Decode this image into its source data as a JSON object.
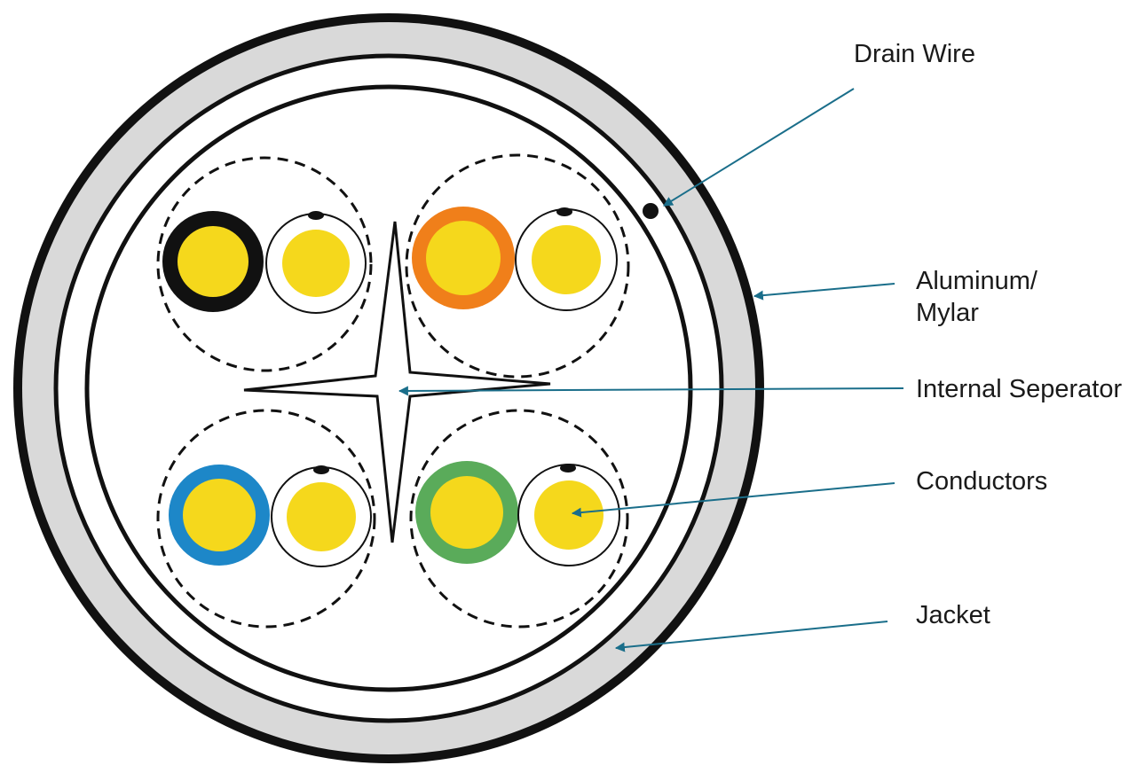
{
  "labels": {
    "drain_wire": "Drain Wire",
    "aluminum_line1": "Aluminum/",
    "aluminum_line2": "Mylar",
    "internal_separator": "Internal Seperator",
    "conductors": "Conductors",
    "jacket": "Jacket"
  },
  "colors": {
    "jacket_fill": "#d9d9d9",
    "outline": "#111111",
    "conductor_core": "#f5d81c",
    "pair_black": "#111111",
    "pair_orange": "#f07f1a",
    "pair_blue": "#1d87c8",
    "pair_green": "#5aab5a",
    "pair_white": "#ffffff",
    "leader_line": "#1a6e8a"
  },
  "icons": {
    "arrowhead": "arrow-head-icon"
  }
}
